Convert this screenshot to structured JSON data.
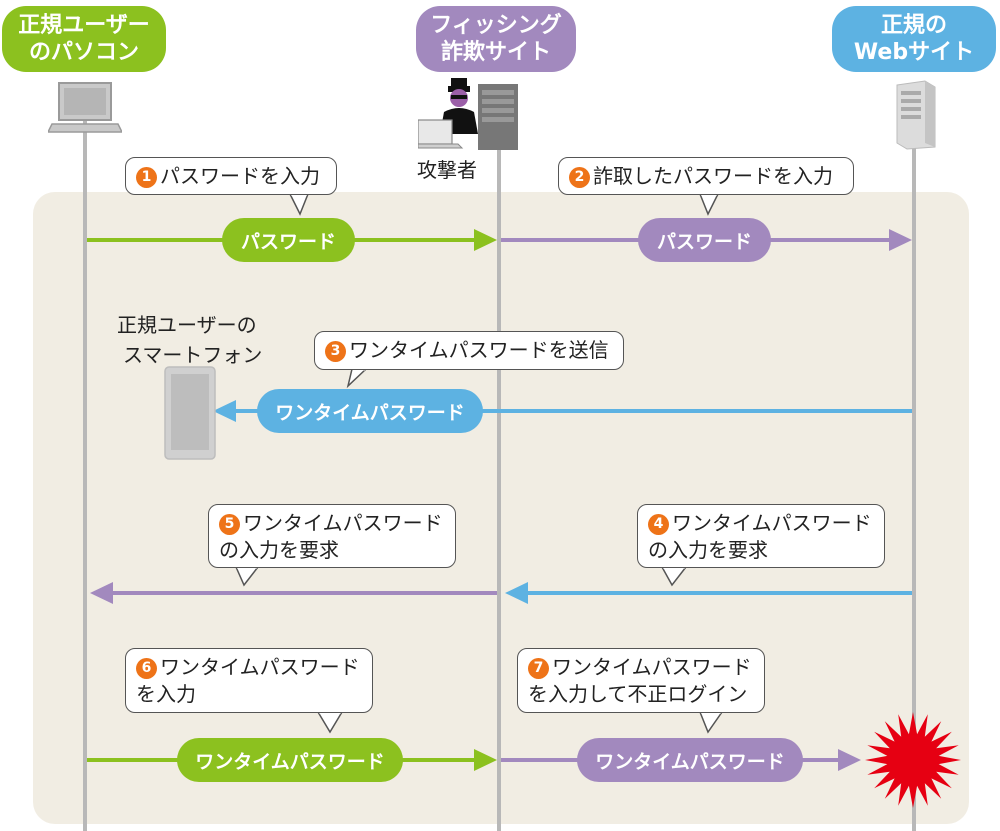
{
  "actors": {
    "user_pc": [
      "正規ユーザー",
      "のパソコン"
    ],
    "phishing_site": [
      "フィッシング",
      "詐欺サイト"
    ],
    "legit_site": [
      "正規の",
      "Webサイト"
    ]
  },
  "attacker_label": "攻撃者",
  "smartphone_label": [
    "正規ユーザーの",
    "スマートフォン"
  ],
  "steps": [
    {
      "num": "1",
      "lines": [
        "パスワードを入力"
      ]
    },
    {
      "num": "2",
      "lines": [
        "詐取したパスワードを入力"
      ]
    },
    {
      "num": "3",
      "lines": [
        "ワンタイムパスワードを送信"
      ]
    },
    {
      "num": "4",
      "lines": [
        "ワンタイムパスワード",
        "の入力を要求"
      ]
    },
    {
      "num": "5",
      "lines": [
        "ワンタイムパスワード",
        "の入力を要求"
      ]
    },
    {
      "num": "6",
      "lines": [
        "ワンタイムパスワード",
        "を入力"
      ]
    },
    {
      "num": "7",
      "lines": [
        "ワンタイムパスワード",
        "を入力して不正ログイン"
      ]
    }
  ],
  "messages": {
    "m1": "パスワード",
    "m2": "パスワード",
    "m3": "ワンタイムパスワード",
    "m6": "ワンタイムパスワード",
    "m7": "ワンタイムパスワード"
  },
  "colors": {
    "green": "#8cc11f",
    "purple": "#a289be",
    "blue": "#5db2e2",
    "orange": "#ee7318",
    "panel": "#f1ede3",
    "burst": "#e60012"
  },
  "icons": [
    "laptop-icon",
    "hacker-icon",
    "server-icon",
    "smartphone-icon",
    "alert-burst-icon"
  ]
}
